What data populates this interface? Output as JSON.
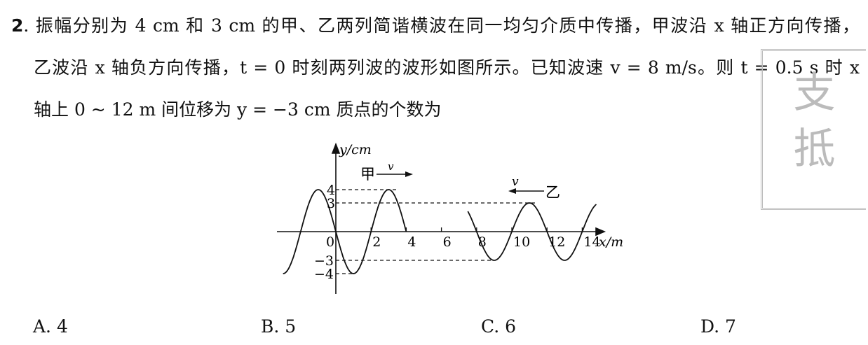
{
  "question": {
    "number": "2",
    "line1": ". 振幅分别为 4 cm 和 3 cm 的甲、乙两列简谐横波在同一均匀介质中传播，甲波沿 x 轴正方向传播，",
    "line2": "乙波沿 x 轴负方向传播，t = 0 时刻两列波的波形如图所示。已知波速 v = 8 m/s。则 t = 0.5 s 时 x",
    "line3": "轴上 0 ~ 12 m 间位移为 y = −3 cm 质点的个数为"
  },
  "figure": {
    "y_axis_label": "y/cm",
    "x_axis_label": "x/m",
    "origin_label": "0",
    "x_ticks": [
      "2",
      "4",
      "6",
      "8",
      "10",
      "12",
      "14"
    ],
    "y_ticks": [
      "4",
      "3",
      "-3",
      "-4"
    ],
    "wave_a": {
      "label": "甲",
      "velocity_label": "v",
      "direction": "+x",
      "amplitude_cm": 4,
      "wavelength_m": 4,
      "x_range_m": [
        -3,
        4
      ]
    },
    "wave_b": {
      "label": "乙",
      "velocity_label": "v",
      "direction": "-x",
      "amplitude_cm": 3,
      "wavelength_m": 4,
      "x_range_m": [
        7.5,
        14.8
      ]
    }
  },
  "stamp": {
    "chars": [
      "支",
      "抵"
    ]
  },
  "options": [
    {
      "label": "A. 4"
    },
    {
      "label": "B. 5"
    },
    {
      "label": "C. 6"
    },
    {
      "label": "D. 7"
    }
  ]
}
